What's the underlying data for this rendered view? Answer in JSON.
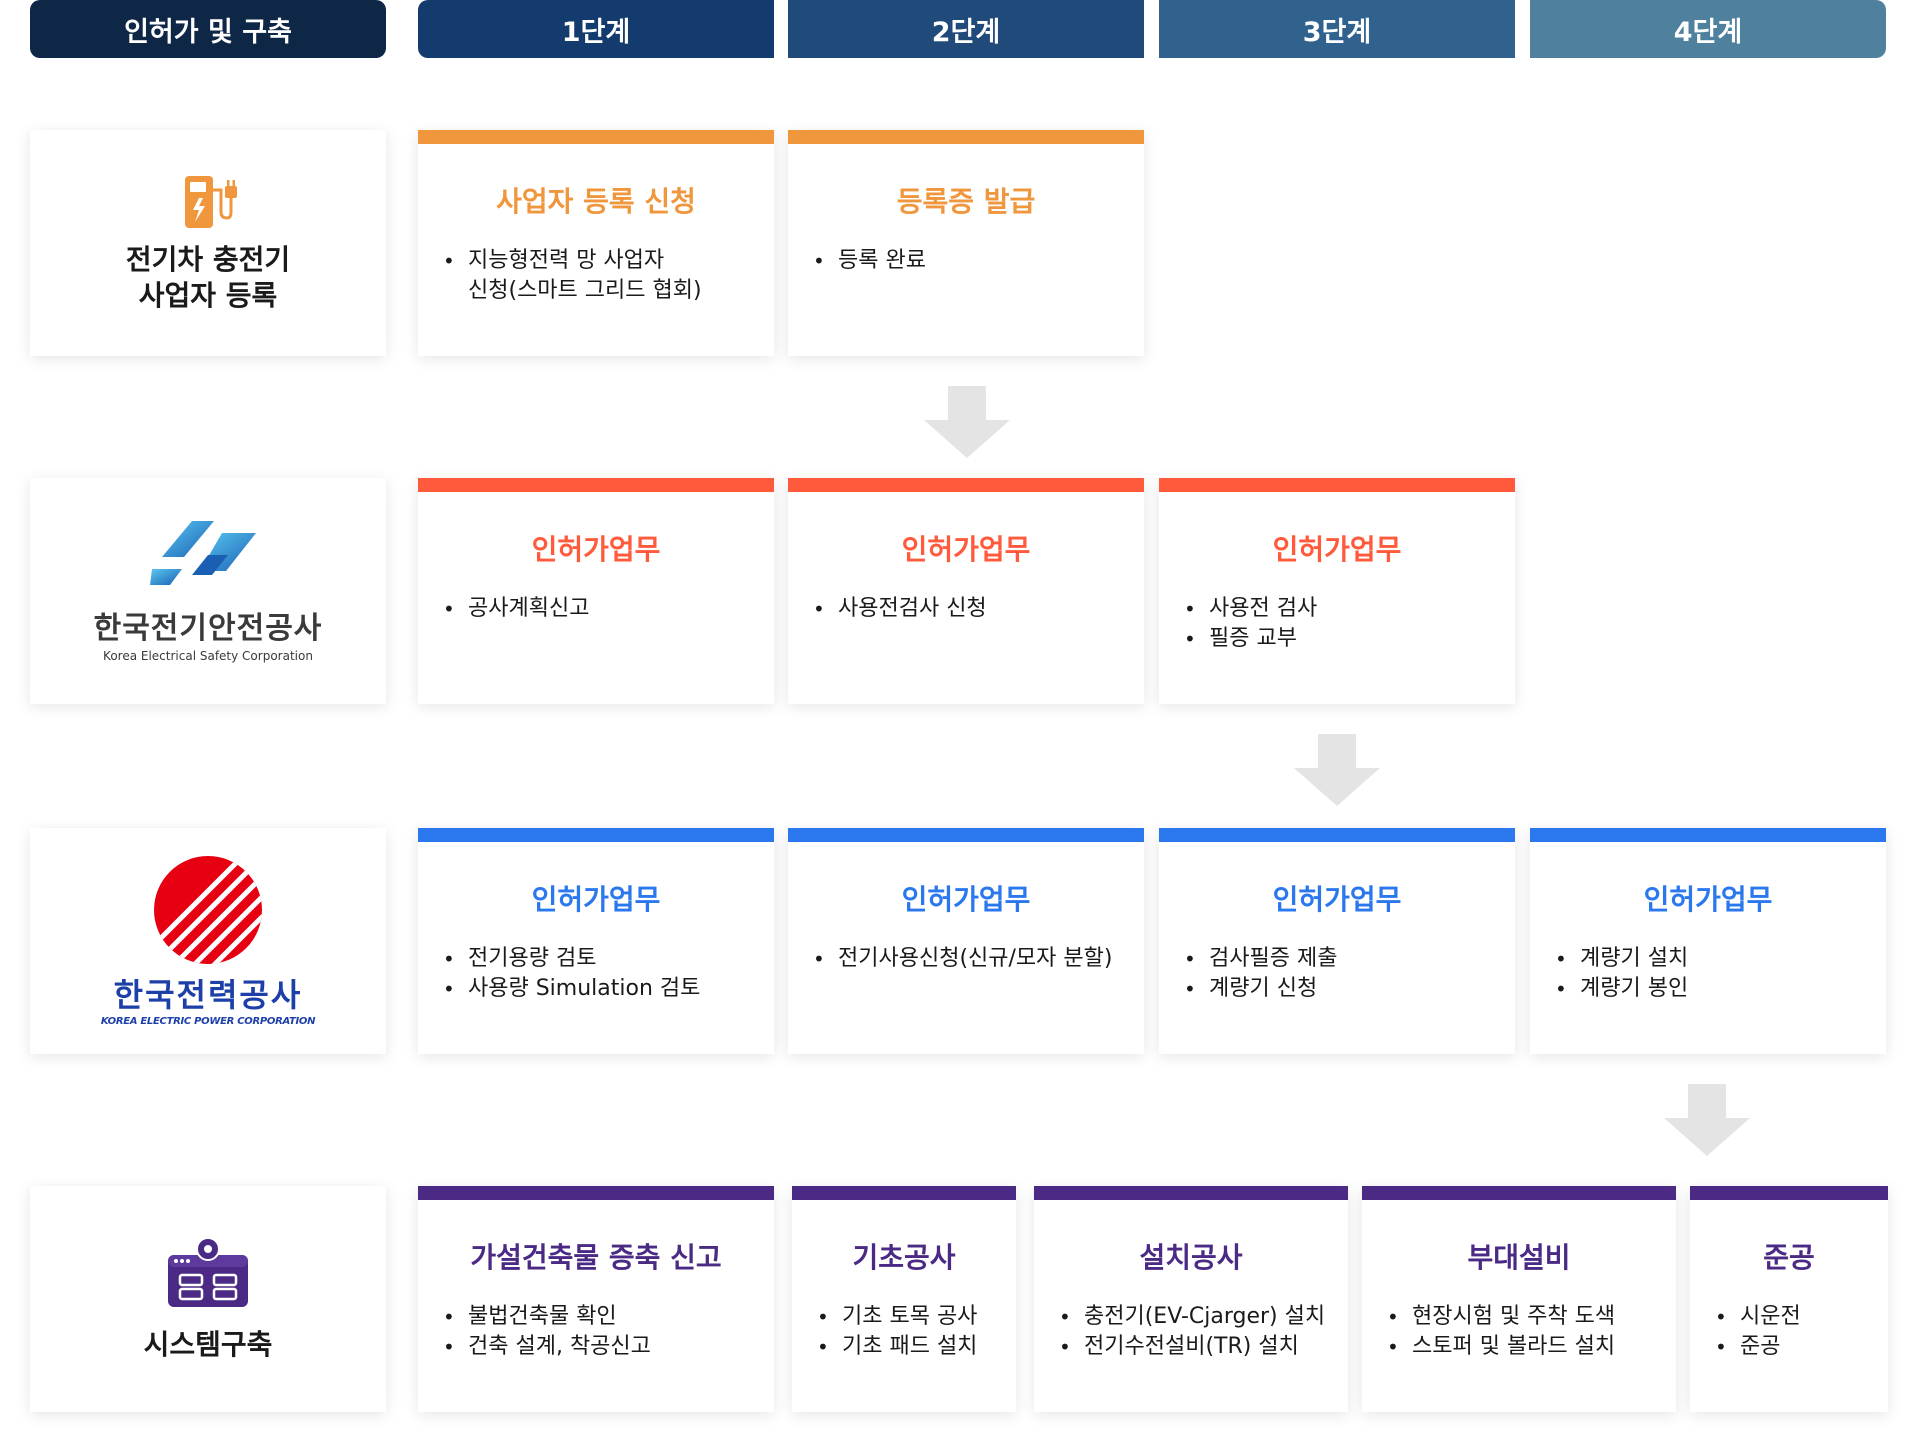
{
  "colors": {
    "header_dark": "#0e2747",
    "stage1": "#143b6e",
    "stage2": "#1f4a7a",
    "stage3": "#31628e",
    "stage4": "#4f819f",
    "orange": "#f0963c",
    "red": "#ff5a3c",
    "blue": "#2b78ee",
    "purple": "#4a2a84",
    "arrow": "#e4e4e4"
  },
  "header": {
    "label": "인허가 및 구축",
    "stages": [
      "1단계",
      "2단계",
      "3단계",
      "4단계"
    ]
  },
  "rows": [
    {
      "org": "전기차 충전기\n사업자 등록",
      "icon": "ev-charger-icon",
      "cards": [
        {
          "title": "사업자 등록 신청",
          "items": [
            "지능형전력 망 사업자\n신청(스마트 그리드 협회)"
          ]
        },
        {
          "title": "등록증 발급",
          "items": [
            "등록 완료"
          ]
        }
      ]
    },
    {
      "org_logo_text": "한국전기안전공사",
      "org_logo_sub": "Korea Electrical Safety Corporation",
      "cards": [
        {
          "title": "인허가업무",
          "items": [
            "공사계획신고"
          ]
        },
        {
          "title": "인허가업무",
          "items": [
            "사용전검사 신청"
          ]
        },
        {
          "title": "인허가업무",
          "items": [
            "사용전 검사",
            "필증 교부"
          ]
        }
      ]
    },
    {
      "org_logo_text": "한국전력공사",
      "org_logo_sub": "KOREA ELECTRIC POWER CORPORATION",
      "cards": [
        {
          "title": "인허가업무",
          "items": [
            "전기용량 검토",
            "사용량 Simulation 검토"
          ]
        },
        {
          "title": "인허가업무",
          "items": [
            "전기사용신청(신규/모자 분할)"
          ]
        },
        {
          "title": "인허가업무",
          "items": [
            "검사필증 제출",
            "계량기 신청"
          ]
        },
        {
          "title": "인허가업무",
          "items": [
            "계량기 설치",
            "계량기 봉인"
          ]
        }
      ]
    },
    {
      "org": "시스템구축",
      "icon": "system-build-icon",
      "cards": [
        {
          "title": "가설건축물 증축 신고",
          "items": [
            "불법건축물 확인",
            "건축 설계, 착공신고"
          ]
        },
        {
          "title": "기초공사",
          "items": [
            "기초 토목 공사",
            "기초 패드 설치"
          ]
        },
        {
          "title": "설치공사",
          "items": [
            "충전기(EV-Cjarger) 설치",
            "전기수전설비(TR) 설치"
          ]
        },
        {
          "title": "부대설비",
          "items": [
            "현장시험 및 주착 도색",
            "스토퍼 및 볼라드 설치"
          ]
        },
        {
          "title": "준공",
          "items": [
            "시운전",
            "준공"
          ]
        }
      ]
    }
  ]
}
